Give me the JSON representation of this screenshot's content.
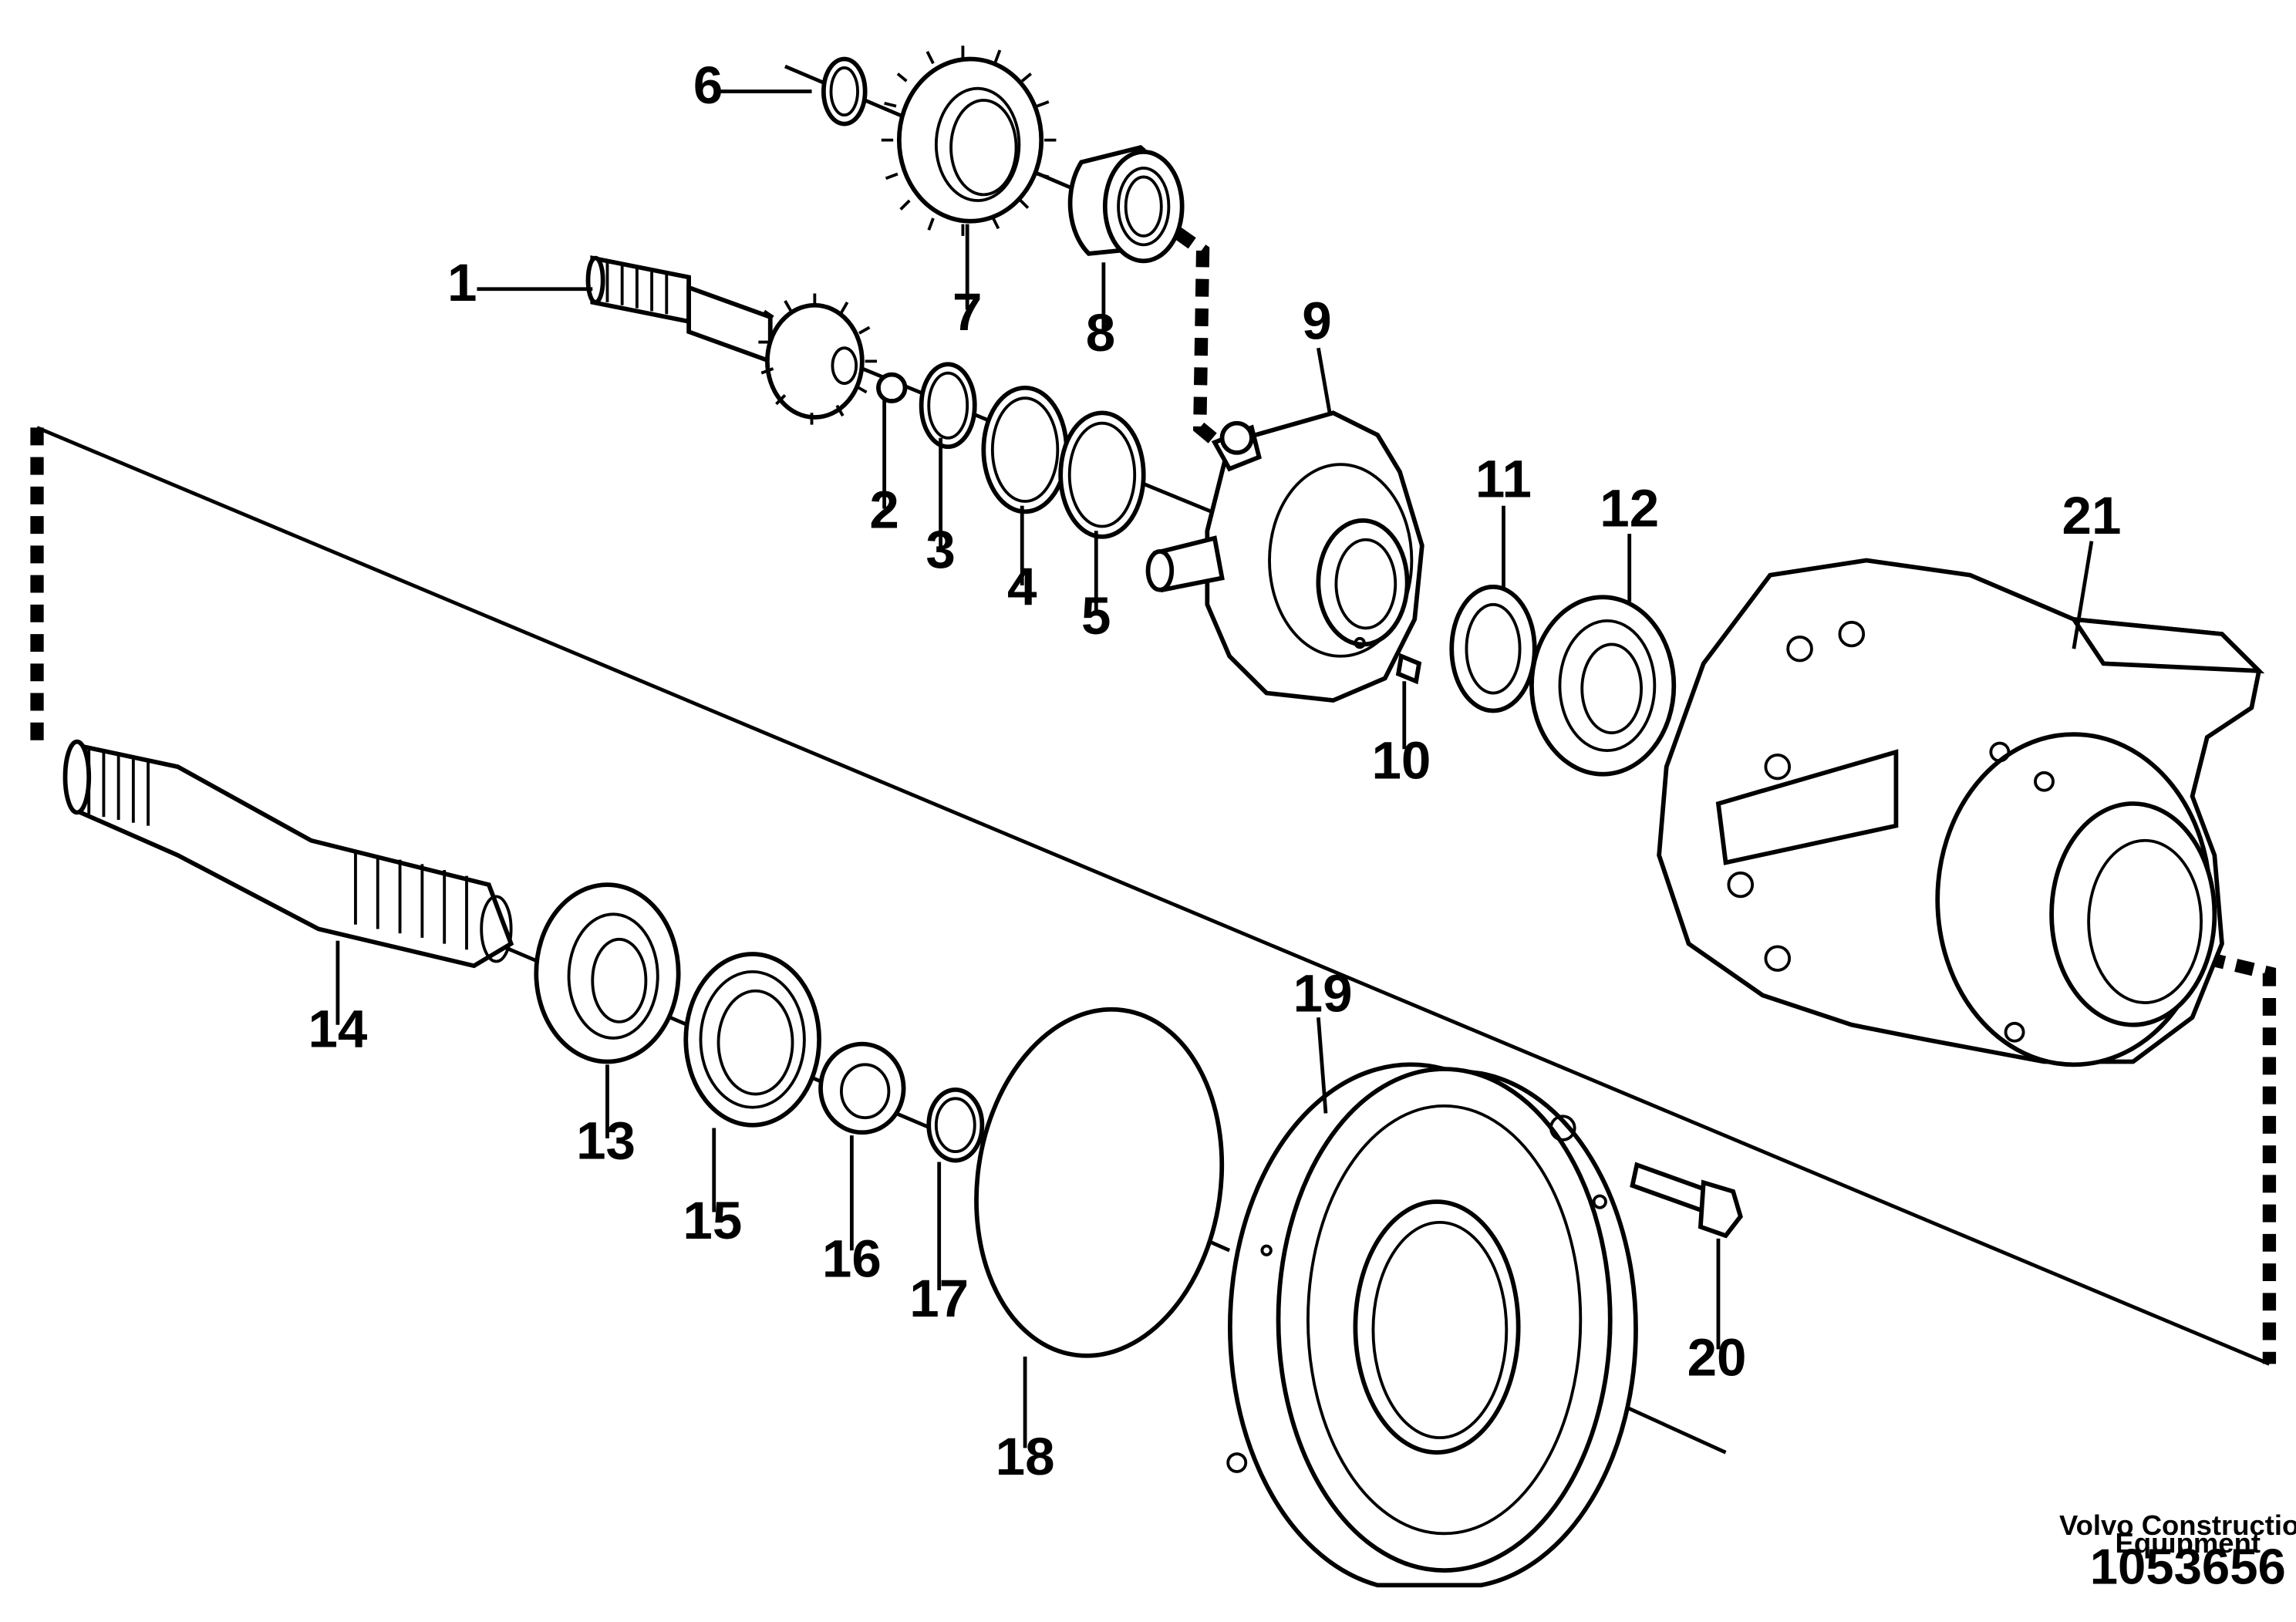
{
  "callouts": [
    {
      "id": "1",
      "label": "1"
    },
    {
      "id": "2",
      "label": "2"
    },
    {
      "id": "3",
      "label": "3"
    },
    {
      "id": "4",
      "label": "4"
    },
    {
      "id": "5",
      "label": "5"
    },
    {
      "id": "6",
      "label": "6"
    },
    {
      "id": "7",
      "label": "7"
    },
    {
      "id": "8",
      "label": "8"
    },
    {
      "id": "9",
      "label": "9"
    },
    {
      "id": "10",
      "label": "10"
    },
    {
      "id": "11",
      "label": "11"
    },
    {
      "id": "12",
      "label": "12"
    },
    {
      "id": "13",
      "label": "13"
    },
    {
      "id": "14",
      "label": "14"
    },
    {
      "id": "15",
      "label": "15"
    },
    {
      "id": "16",
      "label": "16"
    },
    {
      "id": "17",
      "label": "17"
    },
    {
      "id": "18",
      "label": "18"
    },
    {
      "id": "19",
      "label": "19"
    },
    {
      "id": "20",
      "label": "20"
    },
    {
      "id": "21",
      "label": "21"
    }
  ],
  "footer": {
    "brand_line1": "Volvo Construction",
    "brand_line2": "Equipment",
    "doc_number": "1053656"
  },
  "colors": {
    "ink": "#000000",
    "paper": "#ffffff"
  }
}
